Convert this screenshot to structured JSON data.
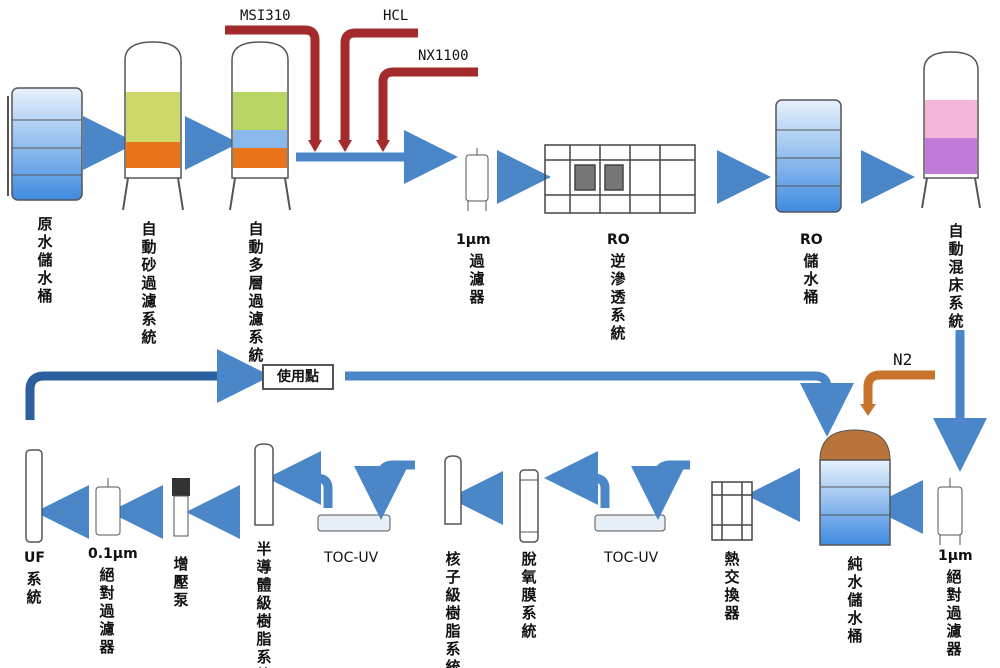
{
  "chemicals": {
    "msi": "MSI310",
    "hcl": "HCL",
    "nx": "NX1100",
    "n2": "N2"
  },
  "use_point": "使用點",
  "top_row": {
    "raw_tank": "原水儲水桶",
    "sand_filter": "自動砂過濾系統",
    "multi_filter": "自動多層過濾系統",
    "filter_1um_size": "1μm",
    "filter_1um": "過濾器",
    "ro_system_code": "RO",
    "ro_system": "逆滲透系統",
    "ro_tank_code": "RO",
    "ro_tank": "儲水桶",
    "mixed_bed": "自動混床系統"
  },
  "bottom_row": {
    "abs_filter_size": "1μm",
    "abs_filter": "絕對過濾器",
    "pure_tank": "純水儲水桶",
    "heat_exchanger": "熱交換器",
    "toc_uv_1": "TOC-UV",
    "degas": "脫氧膜系統",
    "nuclear_resin": "核子級樹脂系統",
    "toc_uv_2": "TOC-UV",
    "semi_resin": "半導體級樹脂系統",
    "pump": "增壓泵",
    "abs_filter2_size": "0.1μm",
    "abs_filter2": "絕對過濾器",
    "uf_code": "UF",
    "uf": "系統"
  },
  "colors": {
    "blue_arrow": "#4a86c8",
    "red_pipe": "#a32b2b",
    "orange_pipe": "#c8732b"
  }
}
